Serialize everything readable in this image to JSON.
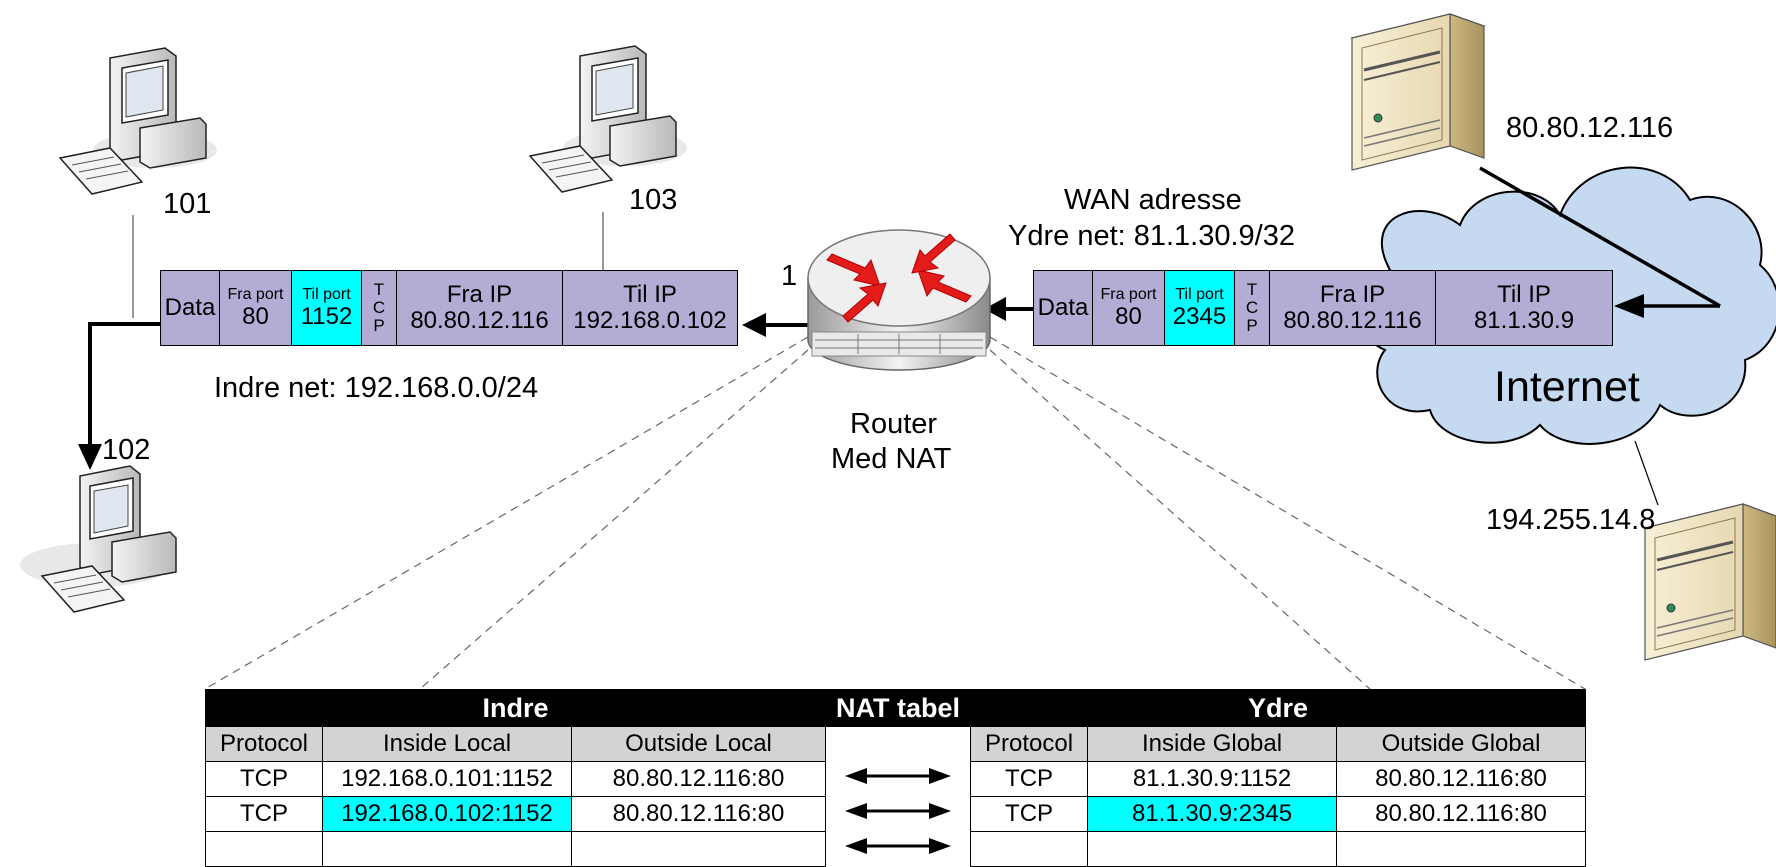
{
  "nodes": {
    "pc_101": "101",
    "pc_103": "103",
    "pc_102": "102",
    "router_port": "1",
    "router_label_1": "Router",
    "router_label_2": "Med NAT",
    "server_1_ip": "80.80.12.116",
    "server_2_ip": "194.255.14.8",
    "cloud_label": "Internet"
  },
  "networks": {
    "inner": "Indre net: 192.168.0.0/24",
    "wan_title": "WAN adresse",
    "outer": "Ydre net: 81.1.30.9/32"
  },
  "packet_left": {
    "data": "Data",
    "from_port_label": "Fra port",
    "from_port": "80",
    "to_port_label": "Til port",
    "to_port": "1152",
    "proto": [
      "T",
      "C",
      "P"
    ],
    "from_ip_label": "Fra IP",
    "from_ip": "80.80.12.116",
    "to_ip_label": "Til IP",
    "to_ip": "192.168.0.102"
  },
  "packet_right": {
    "data": "Data",
    "from_port_label": "Fra port",
    "from_port": "80",
    "to_port_label": "Til port",
    "to_port": "2345",
    "proto": [
      "T",
      "C",
      "P"
    ],
    "from_ip_label": "Fra IP",
    "from_ip": "80.80.12.116",
    "to_ip_label": "Til IP",
    "to_ip": "81.1.30.9"
  },
  "nat_table": {
    "group_inside": "Indre",
    "title": "NAT tabel",
    "group_outside": "Ydre",
    "headers": [
      "Protocol",
      "Inside Local",
      "Outside Local",
      "Protocol",
      "Inside Global",
      "Outside Global"
    ],
    "rows": [
      [
        "TCP",
        "192.168.0.101:1152",
        "80.80.12.116:80",
        "TCP",
        "81.1.30.9:1152",
        "80.80.12.116:80"
      ],
      [
        "TCP",
        "192.168.0.102:1152",
        "80.80.12.116:80",
        "TCP",
        "81.1.30.9:2345",
        "80.80.12.116:80"
      ],
      [
        "",
        "",
        "",
        "",
        "",
        ""
      ]
    ],
    "highlighted_cells": [
      [
        1,
        1
      ],
      [
        1,
        4
      ]
    ]
  },
  "colors": {
    "packet_field": "#b3acd4",
    "highlight": "#00ffff",
    "cloud_fill": "#c5d9f1",
    "table_header": "#000000",
    "column_header": "#d3d3d3",
    "router_arrows": "#e31b1b"
  }
}
